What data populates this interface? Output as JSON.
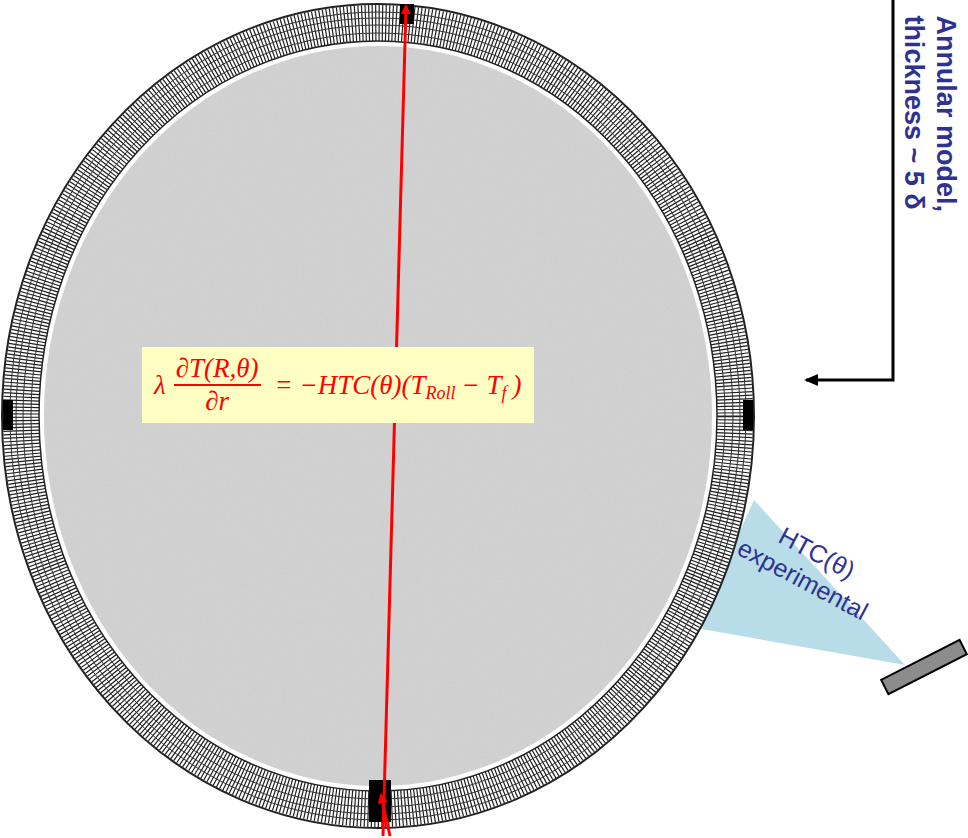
{
  "diagram": {
    "nodes": [
      {
        "text": [
          "λ",
          "∂T(R,θ)",
          "∂r",
          "= −HTC(θ)(T",
          "Roll",
          "− T",
          "f",
          ")"
        ]
      }
    ],
    "labels": [
      "Annular model, thickness ~ 5 δ",
      "HTC(θ) experimental"
    ]
  }
}
